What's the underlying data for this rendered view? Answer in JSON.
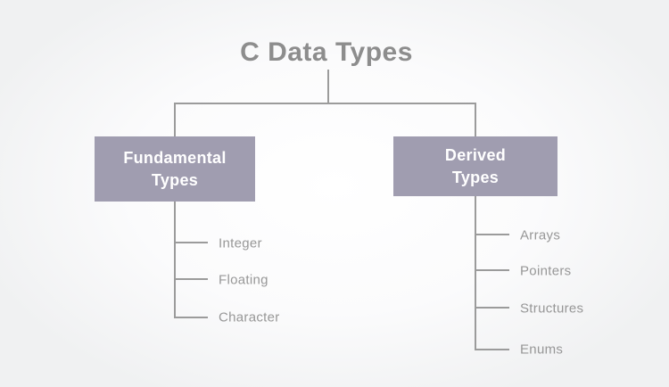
{
  "title": "C Data Types",
  "tree": {
    "root_label": "C Data Types",
    "branches": [
      {
        "id": "fundamental-types",
        "label": "Fundamental Types",
        "label_lines": [
          "Fundamental",
          "Types"
        ],
        "children": [
          "Integer",
          "Floating",
          "Character"
        ]
      },
      {
        "id": "derived-types",
        "label": "Derived Types",
        "label_lines": [
          "Derived",
          "Types"
        ],
        "children": [
          "Arrays",
          "Pointers",
          "Structures",
          "Enums"
        ]
      }
    ]
  },
  "colors": {
    "background-center": "#ffffff",
    "background-edge": "#f0f1f2",
    "node-fill": "#a09db0",
    "node-text": "#ffffff",
    "line": "#9b9b9b",
    "leaf-text": "#979797",
    "title-text": "#8d8d8d"
  }
}
